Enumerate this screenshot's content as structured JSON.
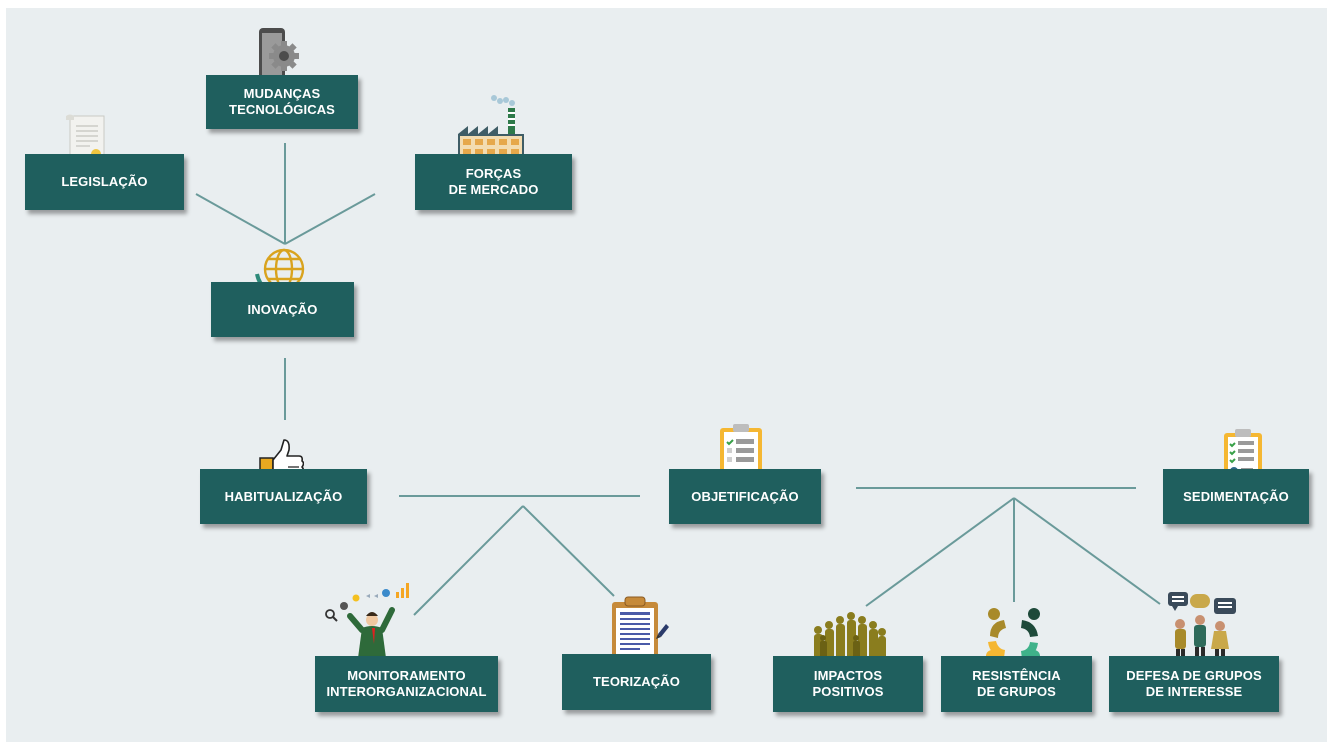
{
  "colors": {
    "box": "#1f5f5e",
    "line": "#6a9a9a",
    "background": "#e9eef0",
    "accent": "#e8a820"
  },
  "nodes": {
    "mudancas": {
      "label": "MUDANÇAS\nTECNOLÓGICAS",
      "icon": "phone-gear-icon"
    },
    "legislacao": {
      "label": "LEGISLAÇÃO",
      "icon": "scroll-certificate-icon"
    },
    "forcas": {
      "label": "FORÇAS\nDE MERCADO",
      "icon": "factory-icon"
    },
    "inovacao": {
      "label": "INOVAÇÃO",
      "icon": "globe-arrows-icon"
    },
    "habitualizacao": {
      "label": "HABITUALIZAÇÃO",
      "icon": "thumbs-up-icon"
    },
    "objetificacao": {
      "label": "OBJETIFICAÇÃO",
      "icon": "clipboard-checklist-icon"
    },
    "sedimentacao": {
      "label": "SEDIMENTAÇÃO",
      "icon": "clipboard-approved-icon"
    },
    "monitoramento": {
      "label": "MONITORAMENTO\nINTERORGANIZACIONAL",
      "icon": "businessman-ideas-icon"
    },
    "teorizacao": {
      "label": "TEORIZAÇÃO",
      "icon": "clipboard-document-icon"
    },
    "impactos": {
      "label": "IMPACTOS\nPOSITIVOS",
      "icon": "crowd-icon"
    },
    "resistencia": {
      "label": "RESISTÊNCIA\nDE GRUPOS",
      "icon": "group-circle-icon"
    },
    "defesa": {
      "label": "DEFESA DE GRUPOS\nDE INTERESSE",
      "icon": "speech-people-icon"
    }
  }
}
